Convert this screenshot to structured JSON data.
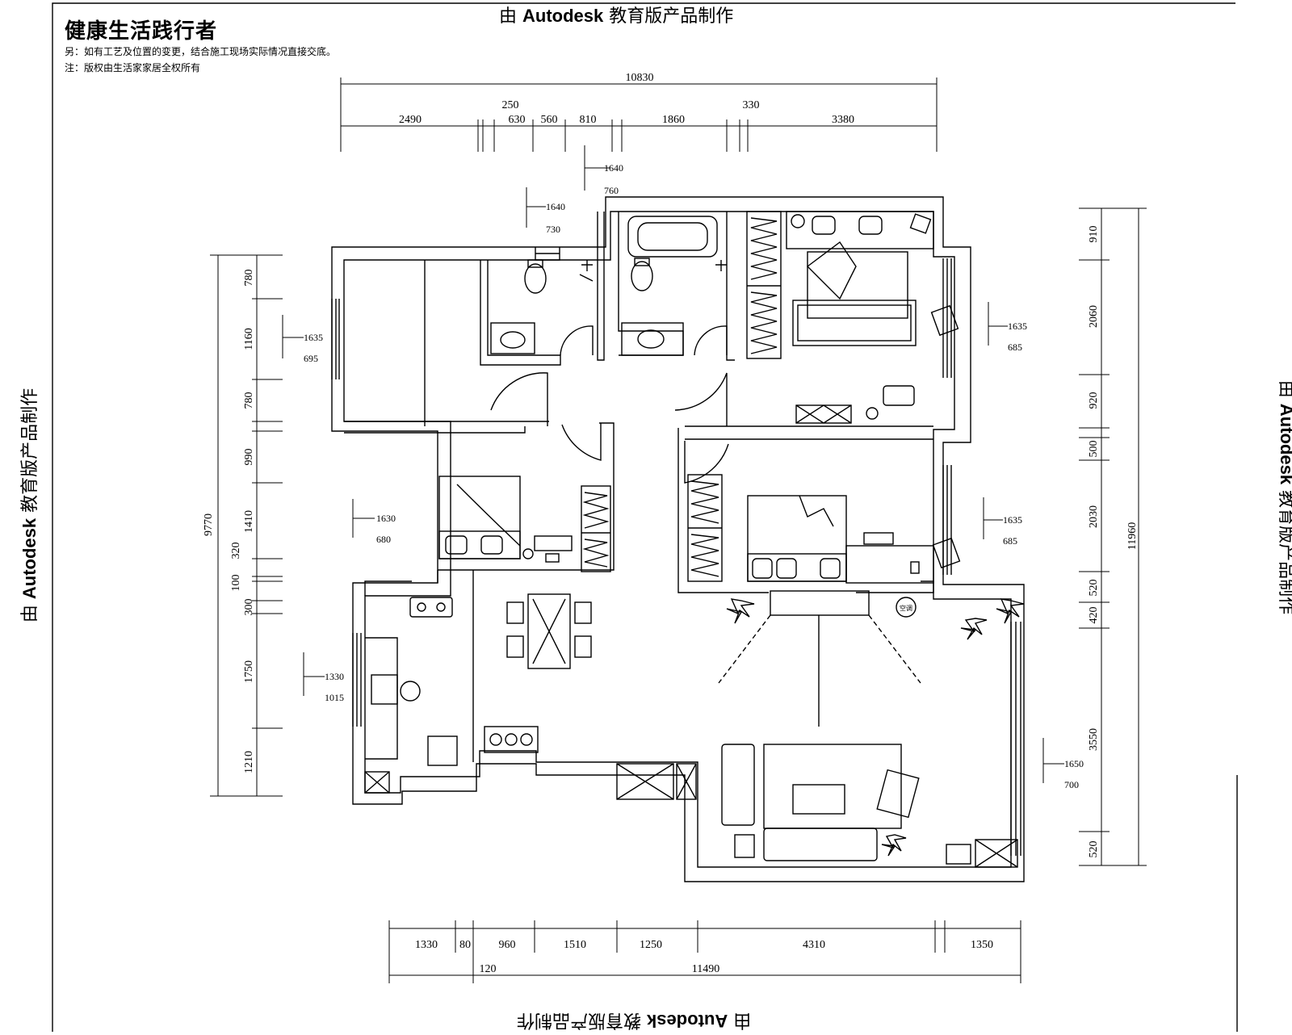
{
  "header": {
    "brand": "健康生活践行者",
    "note1": "另：如有工艺及位置的变更，结合施工现场实际情况直接交底。",
    "note2": "注：版权由生活家家居全权所有"
  },
  "watermark": {
    "prefix": "由",
    "brand": "Autodesk",
    "suffix": "教育版产品制作"
  },
  "dimensions": {
    "top_total": "10830",
    "top": [
      "2490",
      "250",
      "630",
      "560",
      "810",
      "1860",
      "330",
      "3380"
    ],
    "bottom": [
      "1330",
      "80",
      "960",
      "1510",
      "1250",
      "4310",
      "1350"
    ],
    "bottom_small": "120",
    "bottom_total": "11490",
    "left_total": "9770",
    "left": [
      "780",
      "1160",
      "780",
      "990",
      "1410",
      "320",
      "100",
      "300",
      "1750",
      "1210"
    ],
    "right_total": "11960",
    "right": [
      "910",
      "2060",
      "920",
      "500",
      "2030",
      "520",
      "420",
      "3550",
      "520"
    ]
  },
  "windows": {
    "w1": [
      "1640",
      "760"
    ],
    "w2": [
      "1640",
      "730"
    ],
    "w3": [
      "1635",
      "695"
    ],
    "w4": [
      "1630",
      "680"
    ],
    "w5": [
      "1330",
      "1015"
    ],
    "w6": [
      "1635",
      "685"
    ],
    "w7": [
      "1635",
      "685"
    ],
    "w8": [
      "1650",
      "700"
    ]
  },
  "fixtures": {
    "ac_label": "空调"
  }
}
